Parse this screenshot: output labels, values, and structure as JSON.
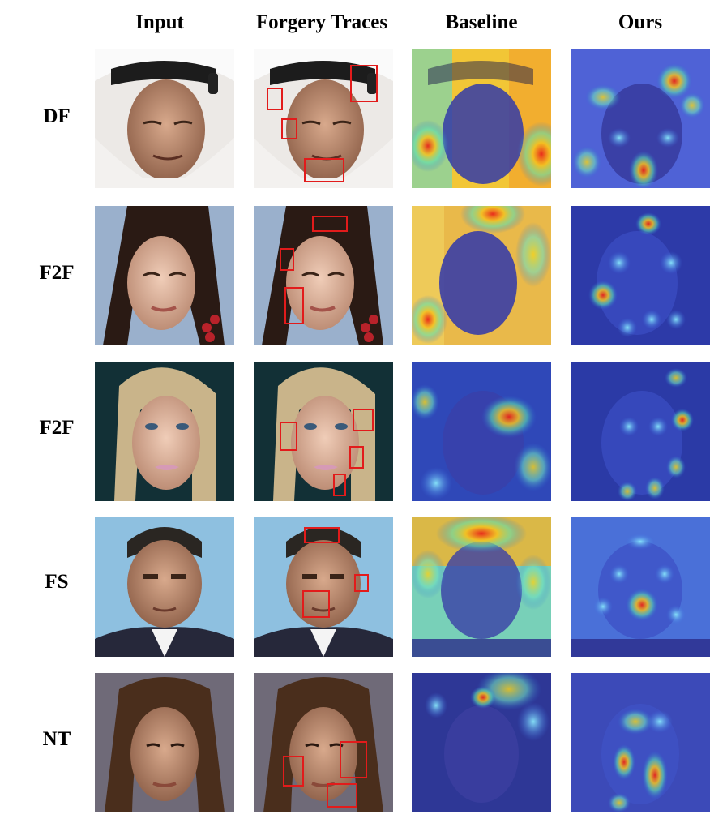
{
  "columns": [
    {
      "key": "input",
      "label": "Input"
    },
    {
      "key": "traces",
      "label": "Forgery Traces"
    },
    {
      "key": "baseline",
      "label": "Baseline"
    },
    {
      "key": "ours",
      "label": "Ours"
    }
  ],
  "rows": [
    {
      "label": "DF",
      "image_desc": "man in white headdress, eyes closed"
    },
    {
      "label": "F2F",
      "image_desc": "woman with dark hair, red necklace"
    },
    {
      "label": "F2F",
      "image_desc": "blonde woman, blue eyes"
    },
    {
      "label": "FS",
      "image_desc": "man in suit, blue background"
    },
    {
      "label": "NT",
      "image_desc": "woman with brown hair"
    }
  ],
  "colors": {
    "trace_box": "#e21b1b",
    "heat_cold": "#2b2e9e",
    "heat_hot": "#e62a1a"
  }
}
